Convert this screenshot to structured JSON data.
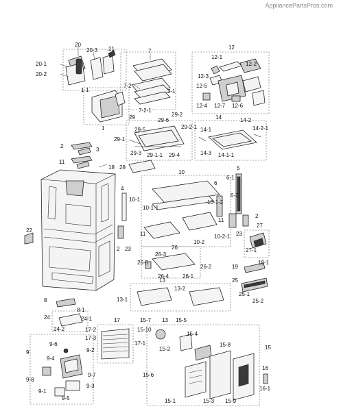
{
  "watermark": "AppliancePartsPros.com",
  "labels": {
    "l7": "7",
    "l7_2": "7-2",
    "l7_1": "7-1",
    "l7_2_1": "7-2-1",
    "l12": "12",
    "l12_1": "12-1",
    "l12_2": "12-2",
    "l12_3": "12-3",
    "l12_5": "12-5",
    "l12_4": "12-4",
    "l12_7": "12-7",
    "l12_6": "12-6",
    "l20": "20",
    "l20_1": "20-1",
    "l20_2": "20-2",
    "l20_3": "20-3",
    "l21": "21",
    "l1_1": "1-1",
    "l1": "1",
    "l29": "29",
    "l29_6": "29-6",
    "l29_2": "29-2",
    "l29_5": "29-5",
    "l29_2_1": "29-2-1",
    "l29_1": "29-1",
    "l29_3": "29-3",
    "l29_1_1": "29-1-1",
    "l29_4": "29-4",
    "l14": "14",
    "l14_2": "14-2",
    "l14_1": "14-1",
    "l14_2_1": "14-2-1",
    "l14_3": "14-3",
    "l14_1_1": "14-1-1",
    "l2a": "2",
    "l3": "3",
    "l11a": "11",
    "l18": "18",
    "l28": "28",
    "l10": "10",
    "l5": "5",
    "l6": "6",
    "l6_1": "6-1",
    "l4": "4",
    "l10_1": "10-1",
    "l6_2": "6-2",
    "l10_1_1": "10-1-1",
    "l10_1_2": "10-1-2",
    "l2b": "2",
    "l23a": "23",
    "l11b": "11",
    "l11c": "11",
    "l10_2": "10-2",
    "l10_2_1": "10-2-1",
    "l2c": "2",
    "l27": "27",
    "l23b": "23",
    "l27_1": "27-1",
    "l22": "22",
    "l26": "26",
    "l26_3": "26-3",
    "l26_5": "26-5",
    "l26_2": "26-2",
    "l26_4": "26-4",
    "l26_1": "26-1",
    "l19": "19",
    "l19_1": "19-1",
    "l25": "25",
    "l25_1": "25-1",
    "l25_2": "25-2",
    "l13": "13",
    "l13_2": "13-2",
    "l13_1": "13-1",
    "l8": "8",
    "l8_1": "8-1",
    "l24": "24",
    "l24_1": "24-1",
    "l24_2": "24-2",
    "l17": "17",
    "l17_2": "17-2",
    "l17_3": "17-3",
    "l17_1": "17-1",
    "l15_7": "15-7",
    "l13b": "13",
    "l15_5": "15-5",
    "l15_10": "15-10",
    "l15_4": "15-4",
    "l15_8": "15-8",
    "l15_2": "15-2",
    "l15": "15",
    "l9": "9",
    "l9_6": "9-6",
    "l9_2": "9-2",
    "l9_4": "9-4",
    "l9_7": "9-7",
    "l9_8": "9-8",
    "l9_3": "9-3",
    "l9_1": "9-1",
    "l9_5": "9-5",
    "l15_6": "15-6",
    "l16": "16",
    "l16_1": "16-1",
    "l15_1": "15-1",
    "l15_3": "15-3",
    "l15_9": "15-9"
  }
}
